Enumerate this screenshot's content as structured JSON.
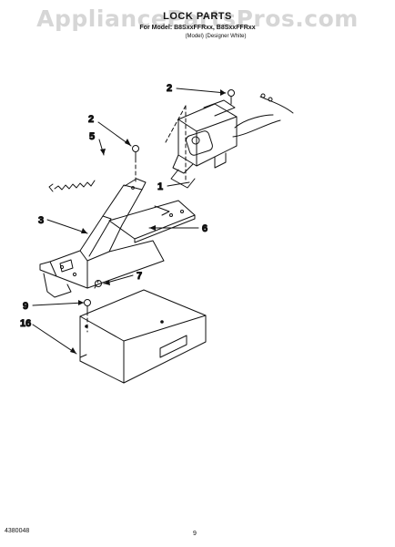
{
  "watermark": "AppliancePartsPros.com",
  "header": {
    "title": "LOCK PARTS",
    "subtitle": "For Model: B8SxxFFRxx, B8SxxFFRxx",
    "caption": "(Model)   (Designer White)"
  },
  "footer": {
    "doc_number": "4380048",
    "page_number": "9"
  },
  "callouts": [
    "2",
    "2",
    "5",
    "1",
    "3",
    "6",
    "7",
    "9",
    "16"
  ]
}
